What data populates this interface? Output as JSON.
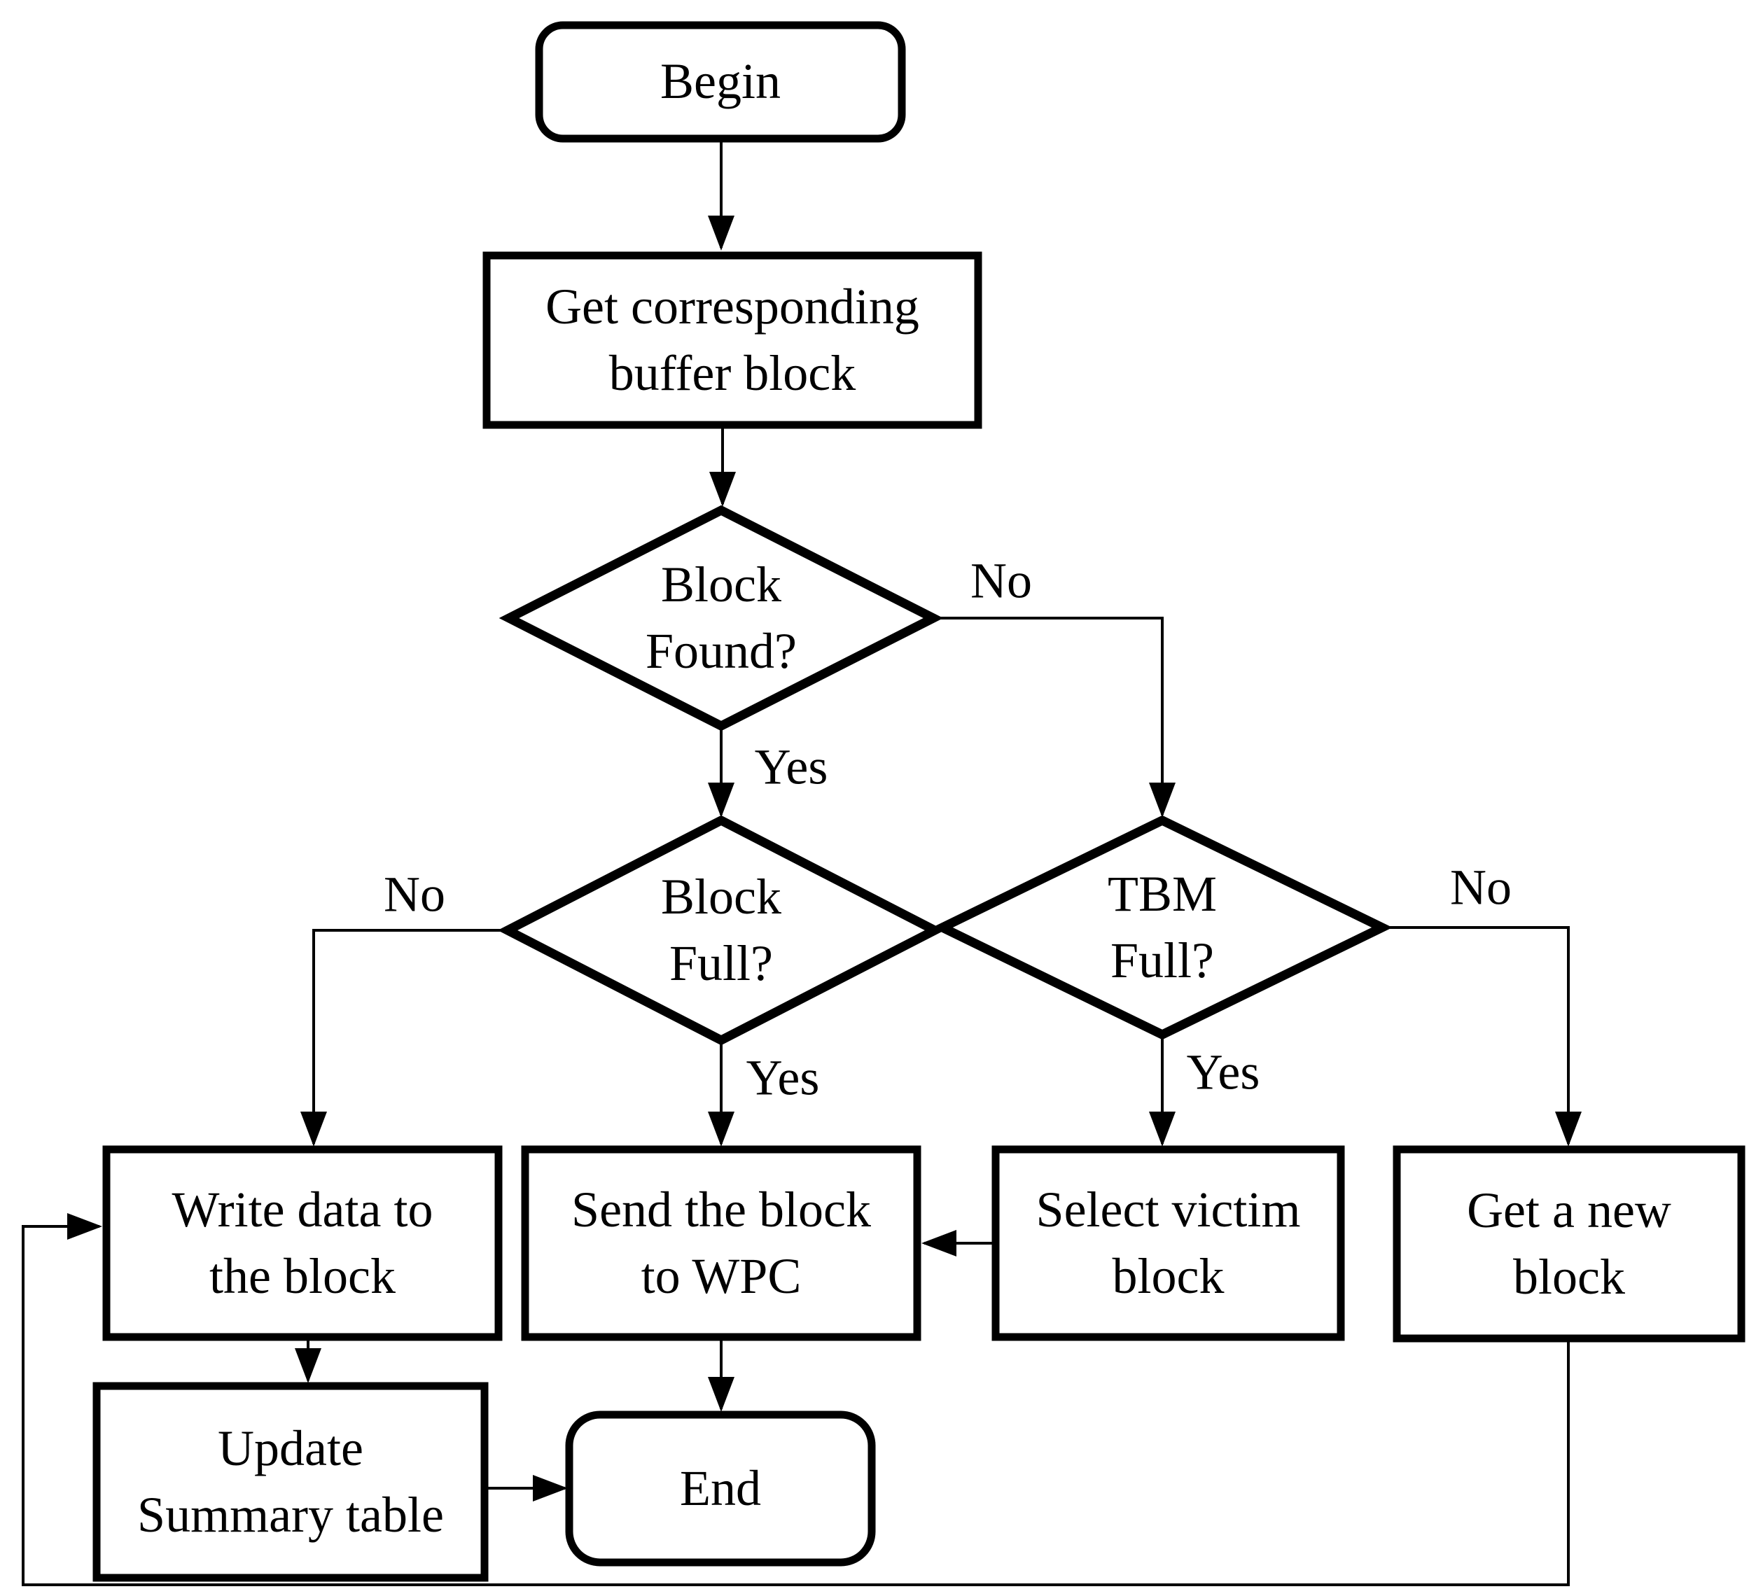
{
  "colors": {
    "line": "#000000",
    "text": "#000000",
    "shape_fill": "#ffffff",
    "background": "#ffffff"
  },
  "nodes": {
    "begin": {
      "label": "Begin",
      "shape": "terminator"
    },
    "get_buffer": {
      "label": "Get corresponding\nbuffer block",
      "shape": "process"
    },
    "block_found": {
      "label": "Block\nFound?",
      "shape": "decision"
    },
    "block_full": {
      "label": "Block\nFull?",
      "shape": "decision"
    },
    "tbm_full": {
      "label": "TBM\nFull?",
      "shape": "decision"
    },
    "write_data": {
      "label": "Write data to\nthe block",
      "shape": "process"
    },
    "send_block": {
      "label": "Send the block\nto WPC",
      "shape": "process"
    },
    "select_victim": {
      "label": "Select victim\nblock",
      "shape": "process"
    },
    "get_new_block": {
      "label": "Get a new\nblock",
      "shape": "process"
    },
    "update_summary": {
      "label": "Update\nSummary table",
      "shape": "process"
    },
    "end": {
      "label": "End",
      "shape": "terminator"
    }
  },
  "edge_labels": {
    "block_found_no": "No",
    "block_found_yes": "Yes",
    "block_full_no": "No",
    "block_full_yes": "Yes",
    "tbm_full_yes": "Yes",
    "tbm_full_no": "No"
  }
}
